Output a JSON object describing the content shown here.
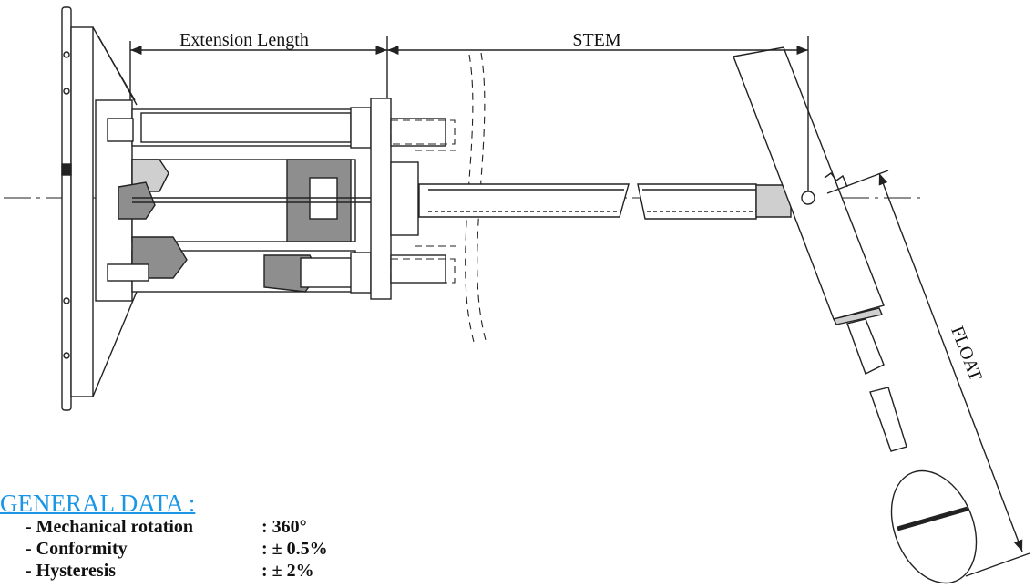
{
  "dimensions": {
    "extension_length": "Extension Length",
    "stem": "STEM",
    "float": "FLOAT"
  },
  "general_data": {
    "title": "GENERAL DATA :",
    "items": [
      {
        "label": "- Mechanical rotation",
        "value": ": 360°"
      },
      {
        "label": "- Conformity",
        "value": ": ± 0.5%"
      },
      {
        "label": "- Hysteresis",
        "value": ": ± 2%"
      }
    ]
  },
  "colors": {
    "line": "#222222",
    "hatch_fill": "#8e8e8e",
    "light_fill": "#cfcfcf",
    "title_blue": "#1a96e6"
  }
}
